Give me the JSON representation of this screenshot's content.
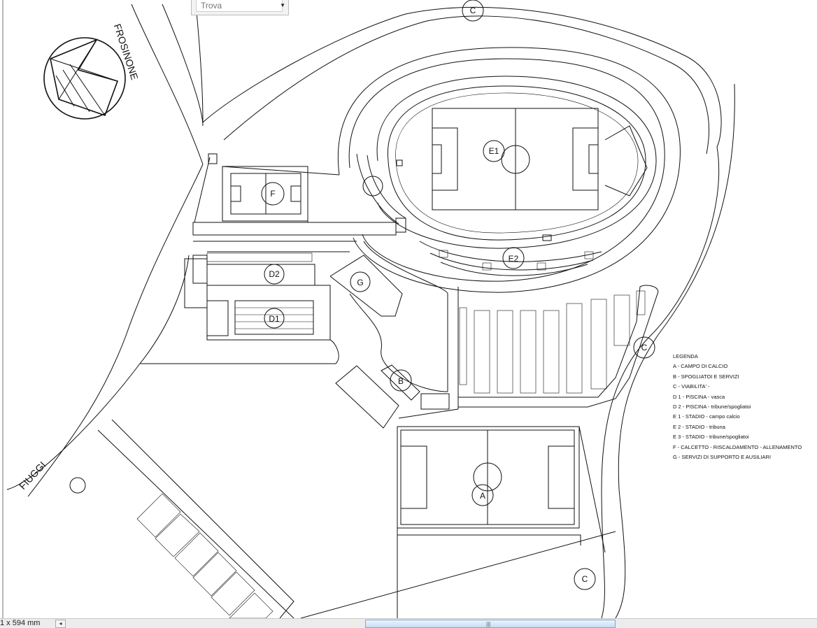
{
  "find": {
    "placeholder": "Trova"
  },
  "status": {
    "paper_size": "1 x 594 mm",
    "scroll_left": "◂",
    "scroll_grip": "|||"
  },
  "roads": {
    "north": "FROSINONE",
    "west": "FIUGGI"
  },
  "zones": {
    "c_top": "C",
    "c_right": "C",
    "c_bottom": "C",
    "e1": "E1",
    "e2": "E2",
    "f": "F",
    "d2": "D2",
    "d1": "D1",
    "g": "G",
    "b": "B",
    "a": "A"
  },
  "legend": {
    "title": "LEGENDA",
    "items": [
      "A - CAMPO DI CALCIO",
      "B - SPOGLIATOI E SERVIZI",
      "C - VIABILITA' -",
      "D 1 - PISCINA - vasca",
      "D 2 - PISCINA - tribune/spogliatoi",
      "E 1 - STADIO - campo calcio",
      "E 2 - STADIO - tribuna",
      "E 3 - STADIO - tribune/spogliatoi",
      "F - CALCETTO - RISCALDAMENTO - ALLENAMENTO",
      "G - SERVIZI DI SUPPORTO E AUSILIARI"
    ]
  }
}
